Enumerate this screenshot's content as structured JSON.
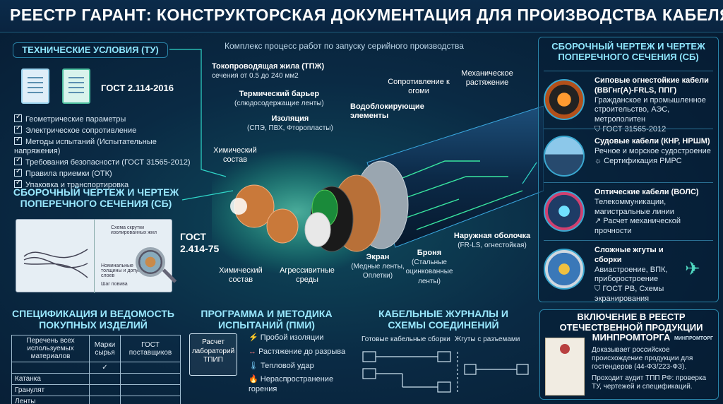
{
  "header": {
    "title": "РЕЕСТР ГАРАНТ: КОНСТРУКТОРСКАЯ ДОКУМЕНТАЦИЯ ДЛЯ ПРОИЗВОДСТВА КАБЕЛЯ",
    "subtitle": "Комплекс процесс работ по запуску серийного производства"
  },
  "tu": {
    "title": "ТЕХНИЧЕСКИЕ УСЛОВИЯ (ТУ)",
    "gost": "ГОСТ 2.114-2016",
    "items": [
      "Геометрические параметры",
      "Электрическое сопротивление",
      "Методы испытаний (Испытательные напряжения)",
      "Требования безопасности (ГОСТ 31565-2012)",
      "Правила приемки (ОТК)",
      "Упаковка и транспортировка"
    ]
  },
  "sb_left": {
    "title": "СБОРОЧНЫЙ ЧЕРТЕЖ И ЧЕРТЕЖ ПОПЕРЕЧНОГО СЕЧЕНИЯ (СБ)",
    "gost": "ГОСТ 2.414-75",
    "drawing_notes": [
      "Схема скрутки изолированных жил",
      "Номинальные толщины и допуски слоев",
      "Шаг повива"
    ]
  },
  "cable_labels": {
    "conductor_title": "Токопроводящая жила (ТПЖ)",
    "conductor_sub": "сечения от 0.5 до 240 мм2",
    "barrier_title": "Термический барьер",
    "barrier_sub": "(слюдосодержащие ленты)",
    "insulation_title": "Изоляция",
    "insulation_sub": "(СПЭ, ПВХ, Фторопласты)",
    "water_title": "Водоблокирующие элементы",
    "fire_res": "Сопротивление к огоми",
    "mech": "Механическое растяжение",
    "chem1": "Химический состав",
    "chem2": "Химический состав",
    "aggressive": "Агрессивитные среды",
    "screen_title": "Экран",
    "screen_sub": "(Медные ленты, Оплетки)",
    "armor_title": "Броня",
    "armor_sub": "(Стальные оцинкованные ленты)",
    "sheath_title": "Наружная оболочка",
    "sheath_sub": "(FR-LS, огнестойкая)"
  },
  "sb_right": {
    "title": "СБОРОЧНЫЙ ЧЕРТЕЖ И ЧЕРТЕЖ ПОПЕРЕЧНОГО СЕЧЕНИЯ (СБ)",
    "items": [
      {
        "title": "Сиповые огнестойкие кабели (ВВГнг(А)-FRLS, ППГ)",
        "desc": "Гражданское и промышленное строительство, АЭС, метрополитен",
        "note": "ГОСТ 31565-2012"
      },
      {
        "title": "Судовые кабели (КНР, НРШМ)",
        "desc": "Речное и морское судостроение",
        "note": "Сертификация РМРС"
      },
      {
        "title": "Оптические кабели (ВОЛС)",
        "desc": "Телекоммуникации, магистральные линии",
        "note": "Расчет механической прочности"
      },
      {
        "title": "Сложные жгуты и сборки",
        "desc": "Авиастроение, ВПК, приборостроение",
        "note": "ГОСТ РВ, Схемы экранирования"
      }
    ]
  },
  "spec": {
    "title": "СПЕЦИФИКАЦИЯ И ВЕДОМОСТЬ ПОКУПНЫХ ИЗДЕЛИЙ",
    "headers": [
      "Перечень всех используемых материалов",
      "Марки сырья",
      "ГОСТ поставщиков"
    ],
    "check": "✓",
    "rows": [
      "Катанка",
      "Гранулят",
      "Ленты"
    ]
  },
  "pmi": {
    "title": "ПРОГРАММА И МЕТОДИКА ИСПЫТАНИЙ (ПМИ)",
    "calc": "Расчет лабораторий ТПИП",
    "items": [
      "Пробой изоляции",
      "Растяжение до разрыва",
      "Тепловой удар",
      "Нераспространение горения"
    ]
  },
  "journals": {
    "title": "КАБЕЛЬНЫЕ ЖУРНАЛЫ И СХЕМЫ СОЕДИНЕНИЙ",
    "left": "Готовые кабельные сборки",
    "right": "Жгуты с разъемами"
  },
  "registry": {
    "title": "ВКЛЮЧЕНИЕ В РЕЕСТР ОТЕЧЕСТВЕННОЙ ПРОДУКЦИИ МИНПРОМТОРГА",
    "logo": "МИНПРОМТОРГ",
    "text1": "Доказывает российское происхождение продукции для гостендеров (44-ФЗ/223-ФЗ).",
    "text2": "Проходит аудит ТПП РФ: проверка ТУ, чертежей и спецификаций."
  }
}
